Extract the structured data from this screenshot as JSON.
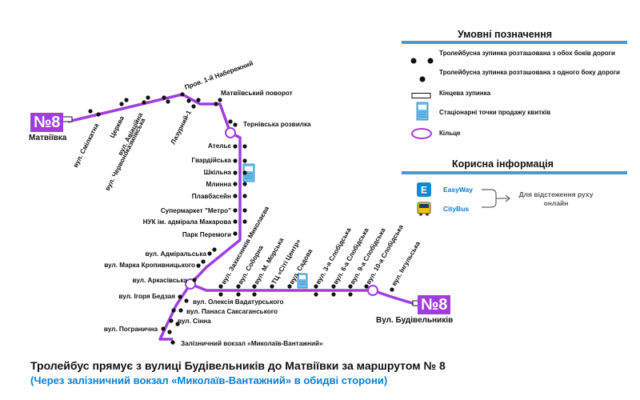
{
  "route": {
    "number": "№8",
    "start_name": "Матвіївка",
    "end_name": "Вул. Будівельників",
    "line_color": "#9f3ee0"
  },
  "stops": [
    "вул. Смілкатна",
    "Церква",
    "вул. Авіаційна",
    "вул. Червоноказміївська",
    "Лазурний-1",
    "Пров. 1-й Набережний",
    "Матвіївський поворот",
    "Тернівська розвилка",
    "Ательє",
    "Гвардійська",
    "Шкільна",
    "Млинна",
    "Плавбасейн",
    "Супермаркет \"Метро\"",
    "НУК ім. адмірала Макарова",
    "Парк Перемоги",
    "вул. Адміральська",
    "вул. Марка Кропивницького",
    "вул. Аркасівська",
    "вул. Ігоря Бедзая",
    "вул. Олексія Вадатурського",
    "вул. Панаса Саксаганського",
    "вул. Сінна",
    "вул. Погранична",
    "Залізничний вокзал «Миколаїв-Вантажний»",
    "вул. Захисників Миколаєва",
    "вул. Соборна",
    "вул. М. Морська",
    "ТЦ «Сіті Центр»",
    "вул. Садова",
    "вул. 3-я Слобідська",
    "вул. 6-а Слобідська",
    "вул. 9-а Слобідська",
    "вул. 10-а Слобідська",
    "вул. Інгульська"
  ],
  "legend": {
    "title": "Умовні позначення",
    "both_sides": "Тролейбусна зупинка розташована з обох боків дороги",
    "one_side": "Тролейбусна зупинка розташована з одного боку дороги",
    "terminal": "Кінцева зупинка",
    "tickets": "Стаціонарні точки продажу квитків",
    "ring": "Кільце"
  },
  "info": {
    "title": "Корисна інформація",
    "app1": "EasyWay",
    "app1_letter": "E",
    "app2": "CityBus",
    "tracking_text": "Для відстеження руху онлайн"
  },
  "footer": {
    "title": "Тролейбус прямує з вулиці Будівельників до Матвіївки за маршрутом № 8",
    "subtitle": "(Через залізничний вокзал «Миколаїв-Вантажний» в обидві сторони)"
  },
  "colors": {
    "route": "#9f3ee0",
    "accent_blue": "#3d9fd6",
    "ticket_kiosk": "#6cc3ee",
    "footer_blue": "#0a80d8"
  }
}
